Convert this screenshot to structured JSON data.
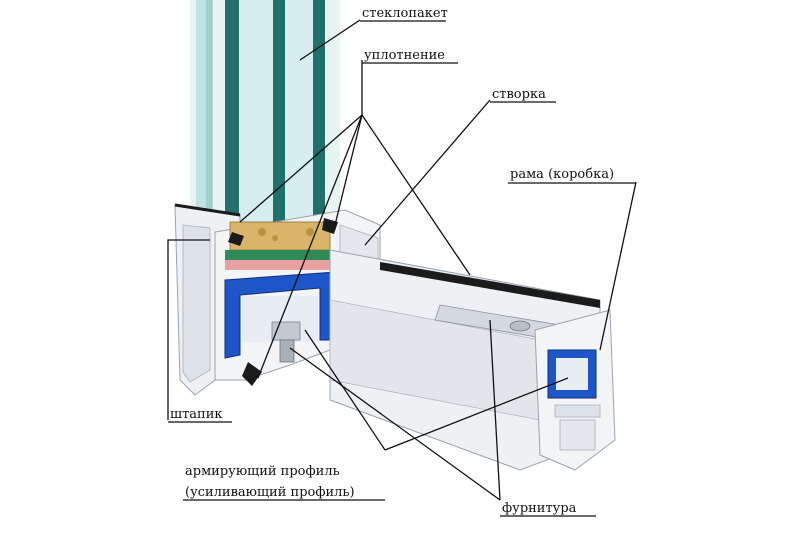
{
  "labels": {
    "glass_unit": "стеклопакет",
    "seal": "уплотнение",
    "sash": "створка",
    "frame": "рама (коробка)",
    "bead": "штапик",
    "reinforcement_line1": "армирующий профиль",
    "reinforcement_line2": "(усиливающий профиль)",
    "hardware": "фурнитура"
  },
  "colors": {
    "glass": "#1f6f6a",
    "glass_light": "#bfe3e3",
    "pvc": "#f2f4f6",
    "pvc_shadow": "#c9cfd6",
    "reinforcement": "#1e56c8",
    "spacer": "#d9b56a",
    "gasket": "#1b1b1b",
    "green_strip": "#2e8b57",
    "pink_strip": "#e8a0a0"
  }
}
